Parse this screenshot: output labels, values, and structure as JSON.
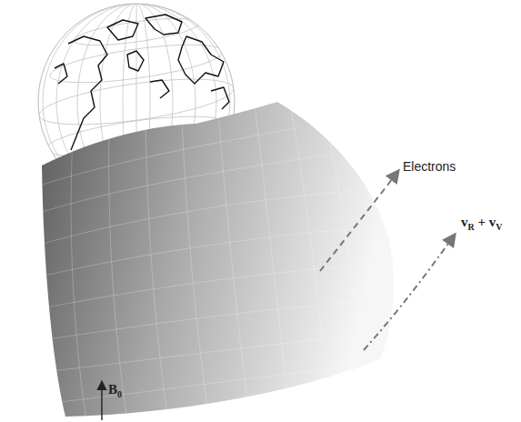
{
  "diagram": {
    "labels": [
      "Electrons",
      "vR + vV",
      "B0"
    ]
  }
}
